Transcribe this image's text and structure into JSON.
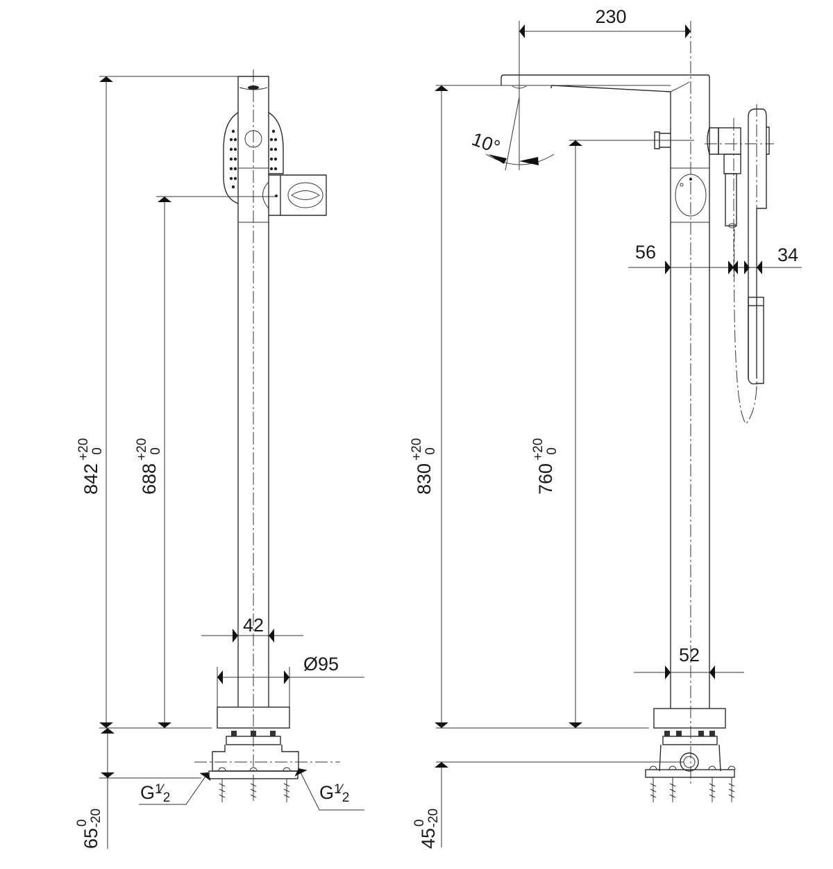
{
  "drawing": {
    "front_view": {
      "height_total": {
        "value": "842",
        "tol_upper": "+20",
        "tol_lower": "0"
      },
      "height_holder": {
        "value": "688",
        "tol_upper": "+20",
        "tol_lower": "0"
      },
      "pipe_diameter": "42",
      "base_diameter": "Ø95",
      "base_depth": {
        "value": "65",
        "tol_upper": "0",
        "tol_lower": "-20"
      },
      "thread_left": {
        "base": "G",
        "num": "1",
        "den": "2"
      },
      "thread_right": {
        "base": "G",
        "num": "1",
        "den": "2"
      }
    },
    "side_view": {
      "spout_reach": "230",
      "spout_angle": "10°",
      "height_total": {
        "value": "830",
        "tol_upper": "+20",
        "tol_lower": "0"
      },
      "height_handle": {
        "value": "760",
        "tol_upper": "+20",
        "tol_lower": "0"
      },
      "offset_handshower": "56",
      "handshower_width": "34",
      "pipe_width": "52",
      "base_depth": {
        "value": "45",
        "tol_upper": "0",
        "tol_lower": "-20"
      }
    }
  }
}
